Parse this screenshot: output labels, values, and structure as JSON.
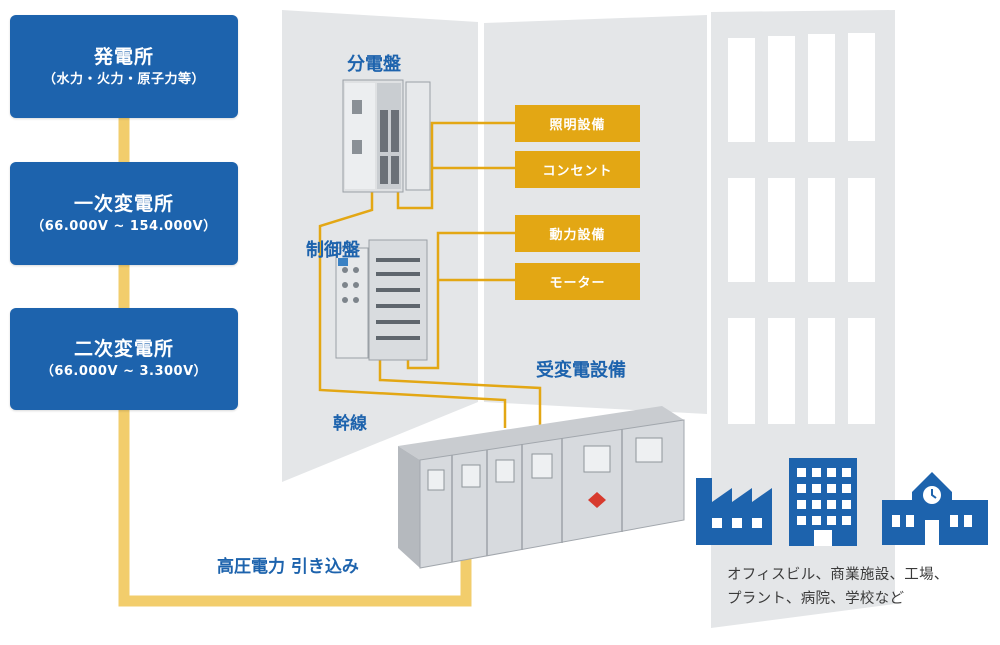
{
  "stages": [
    {
      "title": "発電所",
      "subtitle": "（水力・火力・原子力等）"
    },
    {
      "title": "一次変電所",
      "subtitle": "（66.000V ~ 154.000V）"
    },
    {
      "title": "二次変電所",
      "subtitle": "（66.000V ~ 3.300V）"
    }
  ],
  "panels": {
    "distribution": "分電盤",
    "control": "制御盤"
  },
  "equipment": [
    "照明設備",
    "コンセント",
    "動力設備",
    "モーター"
  ],
  "labels": {
    "substation_equipment": "受変電設備",
    "trunk_line": "幹線",
    "high_voltage_intake": "高圧電力 引き込み"
  },
  "users": {
    "line1": "オフィスビル、商業施設、工場、",
    "line2": "プラント、病院、学校など"
  },
  "colors": {
    "blue": "#1d63ad",
    "yellow": "#e3a714",
    "yellow_light": "#f2cd6c",
    "wall_gray": "#e4e6e8"
  }
}
